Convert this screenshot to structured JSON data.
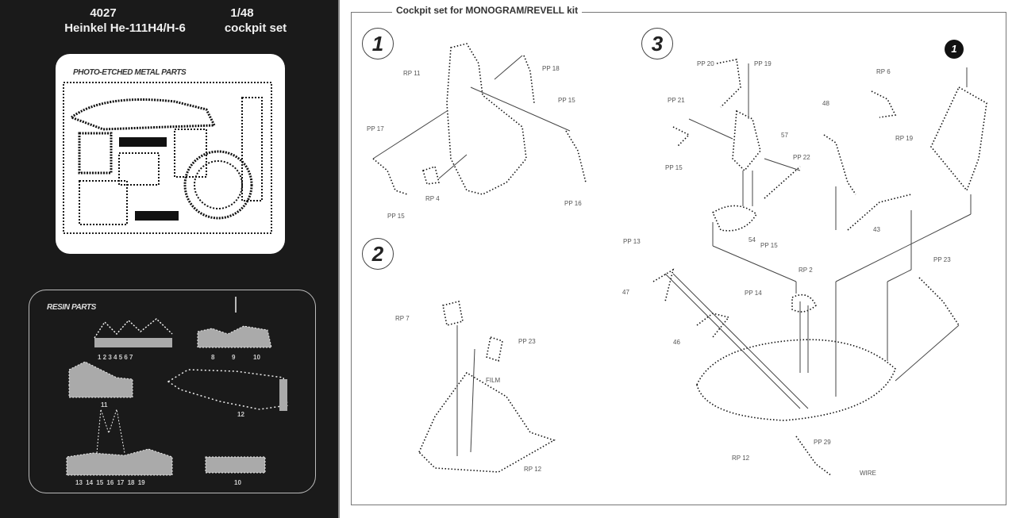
{
  "left_panel": {
    "product_number": "4027",
    "scale": "1/48",
    "aircraft": "Heinkel  He-111H4/H-6",
    "set_type": "cockpit set",
    "photo_etched_title": "PHOTO-ETCHED METAL PARTS",
    "resin_title": "RESIN PARTS",
    "resin_labels": {
      "group_a": "1 2 3 4 5 6 7",
      "group_b": [
        "8",
        "9",
        "10"
      ],
      "part_11": "11",
      "part_12": "12",
      "group_c": "13  14 15 16 17 18 19",
      "part_10b": "10"
    }
  },
  "instructions": {
    "frame_title": "Cockpit set for MONOGRAM/REVELL kit",
    "steps": [
      "1",
      "2",
      "3"
    ],
    "step1_callouts": [
      "RP 11",
      "PP 18",
      "PP 15",
      "PP 17",
      "RP 4",
      "PP 15",
      "PP 16"
    ],
    "step2_callouts": [
      "RP 7",
      "PP 23",
      "FILM",
      "RP 12"
    ],
    "step3_callouts": [
      "PP 20",
      "PP 19",
      "RP 6",
      "PP 21",
      "57",
      "48",
      "RP 19",
      "PP 22",
      "PP 15",
      "54",
      "PP 15",
      "43",
      "PP 13",
      "47",
      "PP 14",
      "46",
      "RP 2",
      "PP 23",
      "RP 12",
      "PP 29",
      "WIRE"
    ],
    "ref_badge": "1"
  }
}
